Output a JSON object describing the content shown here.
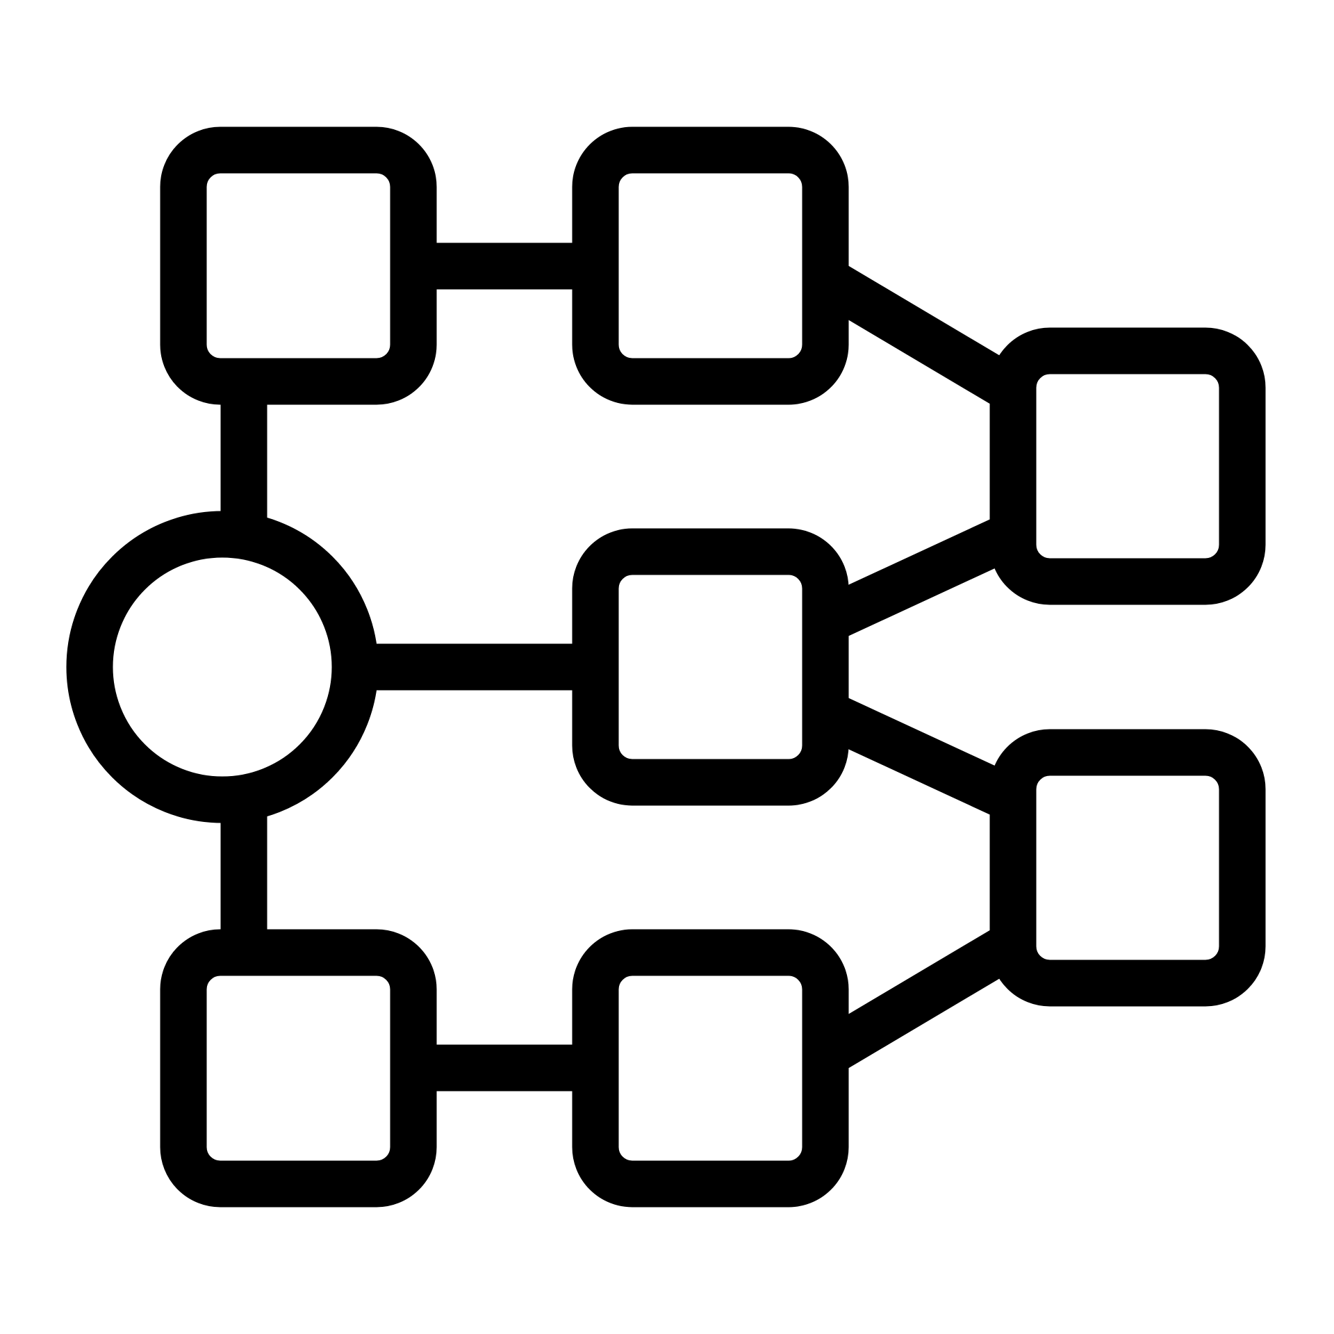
{
  "icon": {
    "name": "flowchart-network-icon",
    "style": "outline",
    "stroke_color": "#000000",
    "fill_color": "#ffffff",
    "background_color": "#ffffff"
  },
  "diagram": {
    "nodes": [
      {
        "id": "root",
        "shape": "circle"
      },
      {
        "id": "top-left",
        "shape": "rounded-square"
      },
      {
        "id": "top-middle",
        "shape": "rounded-square"
      },
      {
        "id": "center-middle",
        "shape": "rounded-square"
      },
      {
        "id": "bottom-left",
        "shape": "rounded-square"
      },
      {
        "id": "bottom-middle",
        "shape": "rounded-square"
      },
      {
        "id": "right-upper",
        "shape": "rounded-square"
      },
      {
        "id": "right-lower",
        "shape": "rounded-square"
      }
    ],
    "edges": [
      {
        "from": "root",
        "to": "top-left"
      },
      {
        "from": "root",
        "to": "bottom-left"
      },
      {
        "from": "root",
        "to": "center-middle"
      },
      {
        "from": "top-left",
        "to": "top-middle"
      },
      {
        "from": "bottom-left",
        "to": "bottom-middle"
      },
      {
        "from": "top-middle",
        "to": "right-upper"
      },
      {
        "from": "center-middle",
        "to": "right-upper"
      },
      {
        "from": "center-middle",
        "to": "right-lower"
      },
      {
        "from": "bottom-middle",
        "to": "right-lower"
      }
    ]
  }
}
